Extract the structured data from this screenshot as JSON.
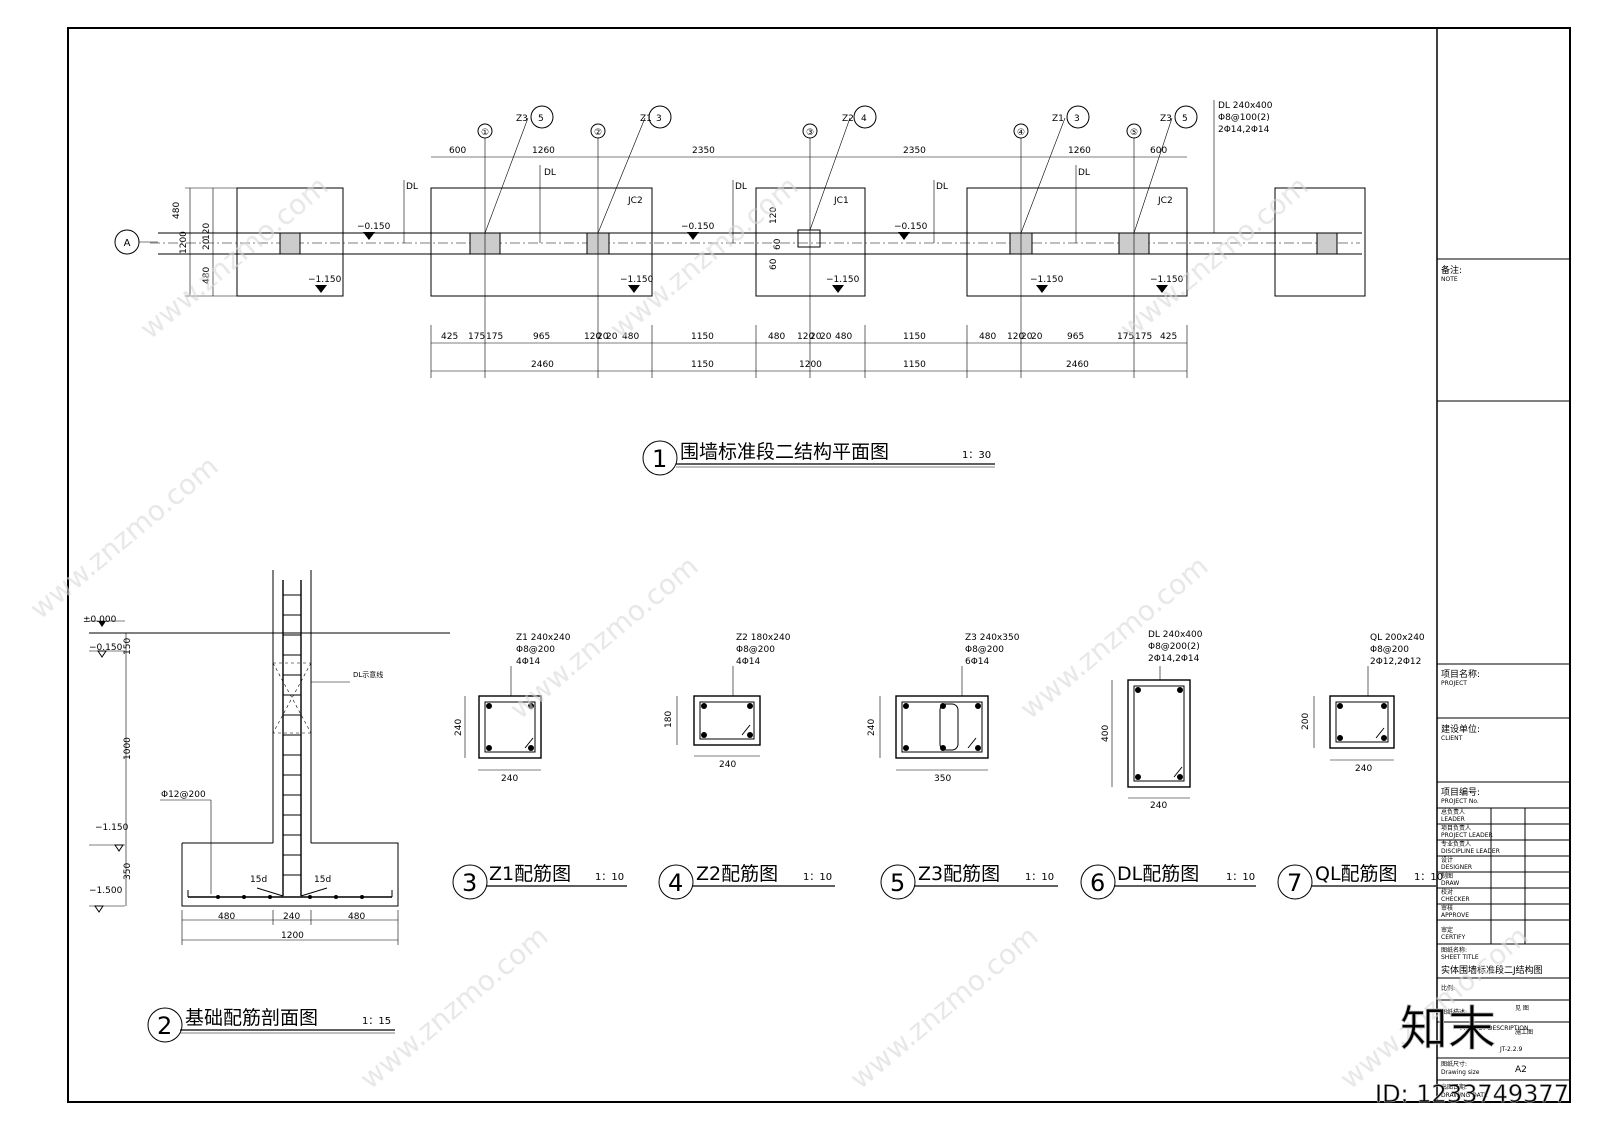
{
  "plan": {
    "title_no": "1",
    "title": "围墙标准段二结构平面图",
    "scale": "1：30",
    "axis_label": "A",
    "left_dims": [
      "480",
      "120",
      "20",
      "1200",
      "480"
    ],
    "left_mid_dims": [
      "120",
      "60",
      "60"
    ],
    "top_dims": [
      "600",
      "1260",
      "2350",
      "2350",
      "1260",
      "600"
    ],
    "bottom_dims1": [
      "425",
      "175",
      "175",
      "965",
      "120",
      "20",
      "20",
      "480",
      "1150",
      "480",
      "120",
      "20",
      "20",
      "480",
      "1150",
      "480",
      "120",
      "20",
      "20",
      "965",
      "175",
      "175",
      "425"
    ],
    "bottom_dims2": [
      "2460",
      "1150",
      "1200",
      "1150",
      "2460"
    ],
    "elev_top": [
      "−0.150",
      "−0.150",
      "−0.150"
    ],
    "elev_bottom": [
      "−1.150",
      "−1.150",
      "−1.150",
      "−1.150",
      "−1.150"
    ],
    "jc": [
      "JC2",
      "JC1",
      "JC2"
    ],
    "dl": "DL",
    "axes": [
      "①",
      "②",
      "③",
      "④",
      "⑤"
    ],
    "col_tags": [
      {
        "code": "Z3",
        "ref": "5"
      },
      {
        "code": "Z1",
        "ref": "3"
      },
      {
        "code": "Z2",
        "ref": "4"
      },
      {
        "code": "Z1",
        "ref": "3"
      },
      {
        "code": "Z3",
        "ref": "5"
      }
    ],
    "dl_note": [
      "DL 240x400",
      "Φ8@100(2)",
      "2Φ14,2Φ14"
    ]
  },
  "section": {
    "title_no": "2",
    "title": "基础配筋剖面图",
    "scale": "1：15",
    "elevations": [
      "±0.000",
      "−0.150",
      "−1.150",
      "−1.500"
    ],
    "vdims": [
      "150",
      "1000",
      "350"
    ],
    "hdims": [
      "480",
      "240",
      "480"
    ],
    "total": "1200",
    "rebar": "Φ12@200",
    "anchor": "15d",
    "dl_note": "DL示意线"
  },
  "details": [
    {
      "no": "3",
      "title": "Z1配筋图",
      "scale": "1：10",
      "spec": [
        "Z1 240x240",
        "Φ8@200",
        "4Φ14"
      ],
      "w": "240",
      "h": "240"
    },
    {
      "no": "4",
      "title": "Z2配筋图",
      "scale": "1：10",
      "spec": [
        "Z2 180x240",
        "Φ8@200",
        "4Φ14"
      ],
      "w": "240",
      "h": "180"
    },
    {
      "no": "5",
      "title": "Z3配筋图",
      "scale": "1：10",
      "spec": [
        "Z3 240x350",
        "Φ8@200",
        "6Φ14"
      ],
      "w": "350",
      "h": "240"
    },
    {
      "no": "6",
      "title": "DL配筋图",
      "scale": "1：10",
      "spec": [
        "DL 240x400",
        "Φ8@200(2)",
        "2Φ14,2Φ14"
      ],
      "w": "240",
      "h": "400"
    },
    {
      "no": "7",
      "title": "QL配筋图",
      "scale": "1：10",
      "spec": [
        "QL 200x240",
        "Φ8@200",
        "2Φ12,2Φ12"
      ],
      "w": "240",
      "h": "200"
    }
  ],
  "titleblock": {
    "note": "备注:",
    "note_en": "NOTE",
    "project": "项目名称:",
    "project_en": "PROJECT",
    "client": "建设单位:",
    "client_en": "CLIENT",
    "project_no": "项目编号:",
    "project_no_en": "PROJECT No.",
    "roles": [
      {
        "cn": "总负责人",
        "en": "LEADER"
      },
      {
        "cn": "项目负责人",
        "en": "PROJECT LEADER"
      },
      {
        "cn": "专业负责人",
        "en": "DISCIPLINE LEADER"
      },
      {
        "cn": "设计",
        "en": "DESIGNER"
      },
      {
        "cn": "制图",
        "en": "DRAW"
      },
      {
        "cn": "校对",
        "en": "CHECKER"
      },
      {
        "cn": "审核",
        "en": "APPROVE"
      },
      {
        "cn": "审定",
        "en": "CERTIFY"
      }
    ],
    "sheet_title_label": "图纸名称:",
    "sheet_title_en": "SHEET TITLE",
    "sheet_title": "实体围墙标准段二J结构图",
    "scale_label": "比例:",
    "scale_value": "见 图",
    "desc_label": "图纸描述:",
    "desc_en": "PROJECT DESCRIPTION",
    "desc_value": "施工图",
    "sheet_no": "JT-2.2.9",
    "size_label": "图纸尺寸:",
    "size_en": "Drawing size",
    "size_value": "A2",
    "date_label": "出图日期:",
    "date_en": "DRAWING DATE"
  },
  "watermark": {
    "text": "www.znzmo.com",
    "brand": "知末",
    "id": "ID: 1233749377"
  }
}
